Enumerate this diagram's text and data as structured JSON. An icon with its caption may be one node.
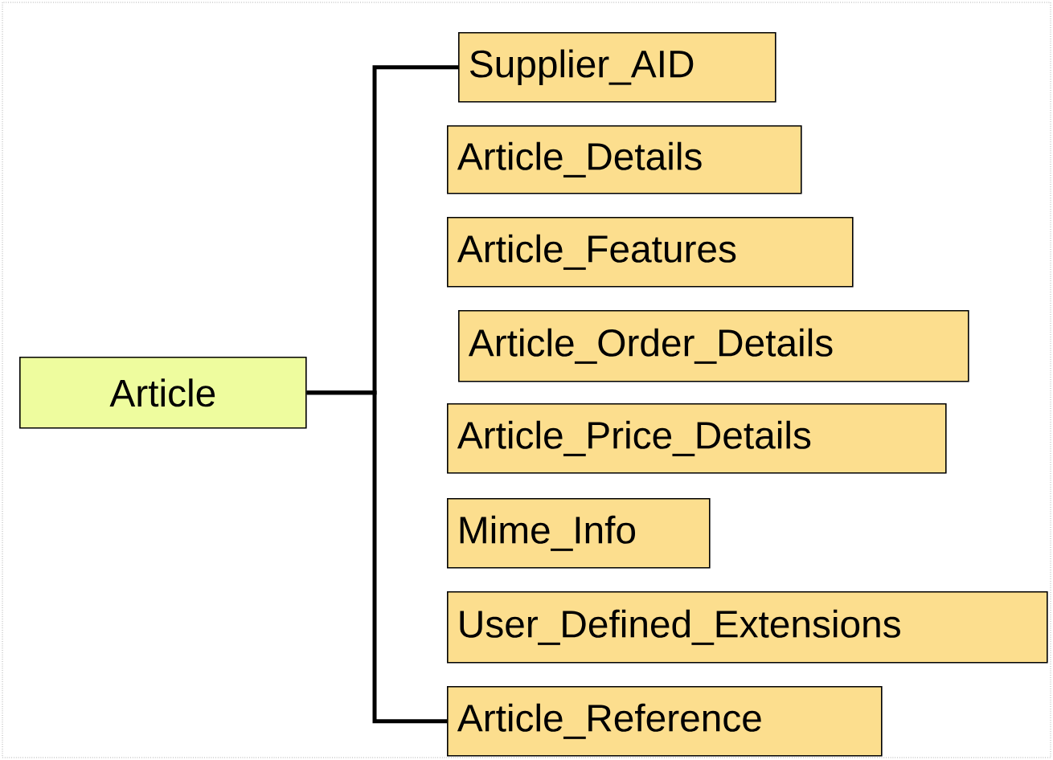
{
  "diagram": {
    "nodes": [
      {
        "text": [
          "Article"
        ]
      },
      {
        "text": [
          "Supplier_AID"
        ]
      },
      {
        "text": [
          "Article_Details"
        ]
      },
      {
        "text": [
          "Article_Features"
        ]
      },
      {
        "text": [
          "Article_Order_Details"
        ]
      },
      {
        "text": [
          "Article_Price_Details"
        ]
      },
      {
        "text": [
          "Mime_Info"
        ]
      },
      {
        "text": [
          "User_Defined_Extensions"
        ]
      },
      {
        "text": [
          "Article_Reference"
        ]
      }
    ],
    "edges": [
      {
        "from": 0,
        "to": 1,
        "arrow": "none"
      },
      {
        "from": 0,
        "to": 8,
        "arrow": "none"
      }
    ]
  }
}
